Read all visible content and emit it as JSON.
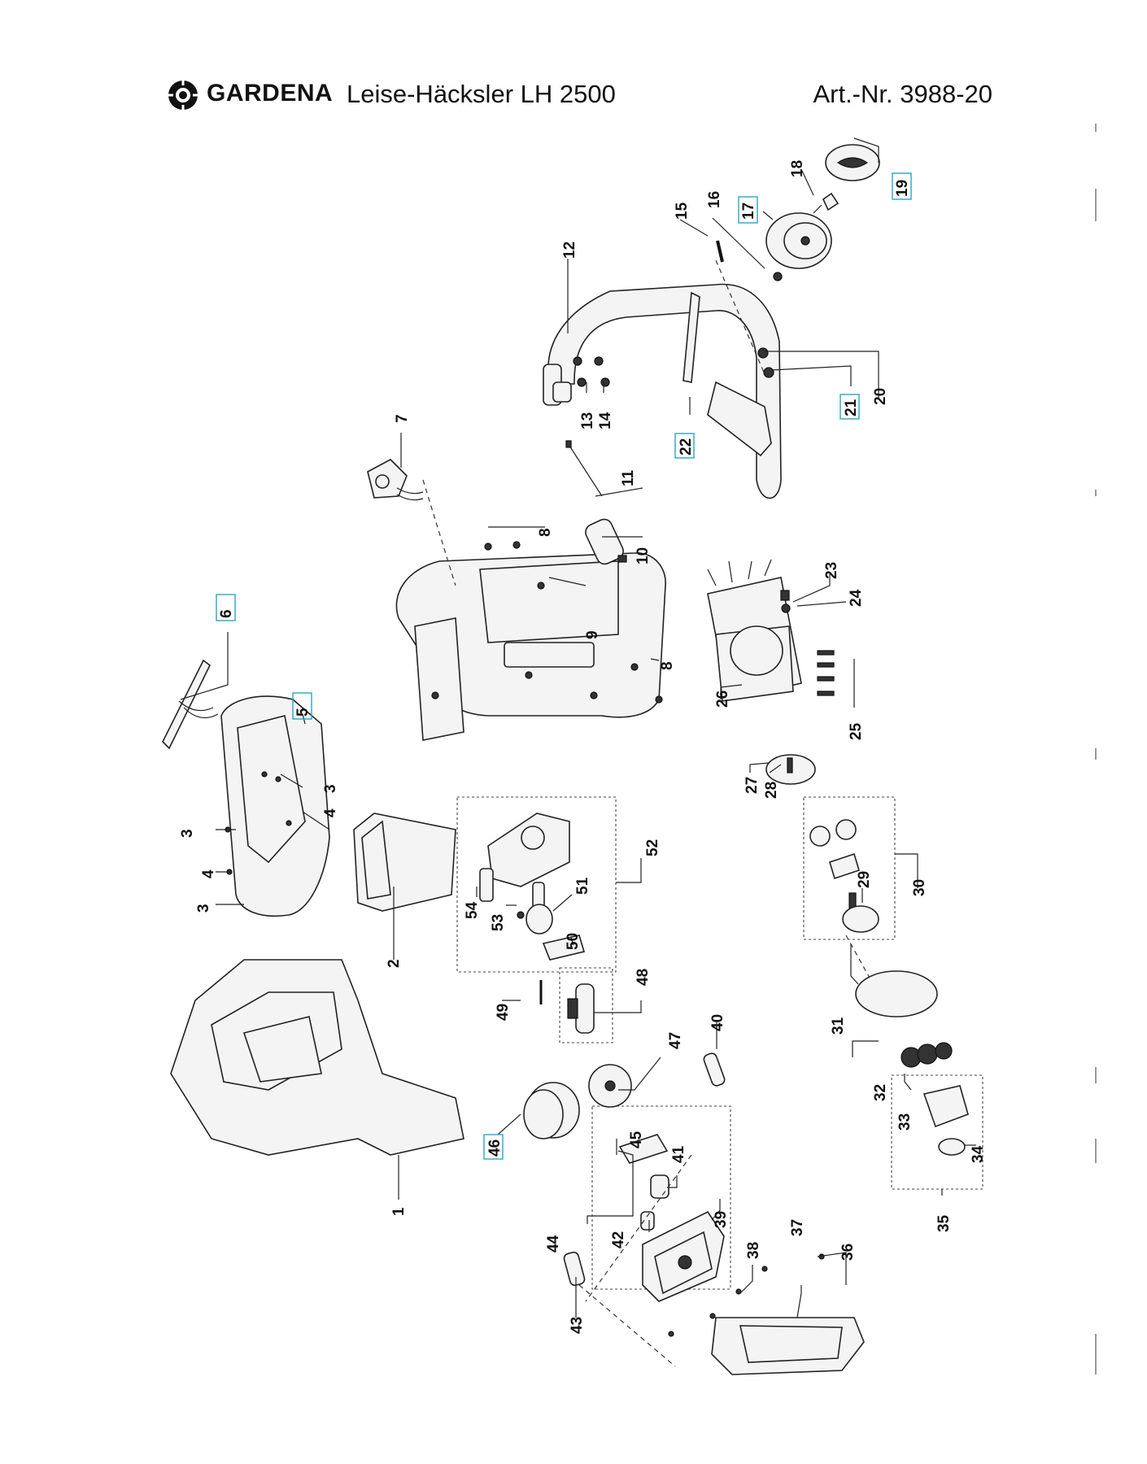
{
  "header": {
    "brand": "GARDENA",
    "product": "Leise-Häcksler LH 2500",
    "article": "Art.-Nr. 3988-20"
  },
  "parts": {
    "p1": "1",
    "p2": "2",
    "p3a": "3",
    "p3b": "3",
    "p3c": "3",
    "p4a": "4",
    "p4b": "4",
    "p5": "5",
    "p6": "6",
    "p7": "7",
    "p8a": "8",
    "p8b": "8",
    "p9": "9",
    "p10": "10",
    "p11": "11",
    "p12": "12",
    "p13": "13",
    "p14": "14",
    "p15": "15",
    "p16": "16",
    "p17": "17",
    "p18": "18",
    "p19": "19",
    "p20": "20",
    "p21": "21",
    "p22": "22",
    "p23": "23",
    "p24": "24",
    "p25": "25",
    "p26": "26",
    "p27": "27",
    "p28": "28",
    "p29": "29",
    "p30": "30",
    "p31": "31",
    "p32": "32",
    "p33": "33",
    "p34": "34",
    "p35": "35",
    "p36": "36",
    "p37": "37",
    "p38": "38",
    "p39": "39",
    "p40": "40",
    "p41": "41",
    "p42": "42",
    "p43": "43",
    "p44": "44",
    "p45": "45",
    "p46": "46",
    "p47": "47",
    "p48": "48",
    "p49": "49",
    "p50": "50",
    "p51": "51",
    "p52": "52",
    "p53": "53",
    "p54": "54"
  },
  "colors": {
    "highlight_box": "#2aa6c2"
  },
  "icons": {
    "logo": "gardena-sun-logo-icon"
  }
}
